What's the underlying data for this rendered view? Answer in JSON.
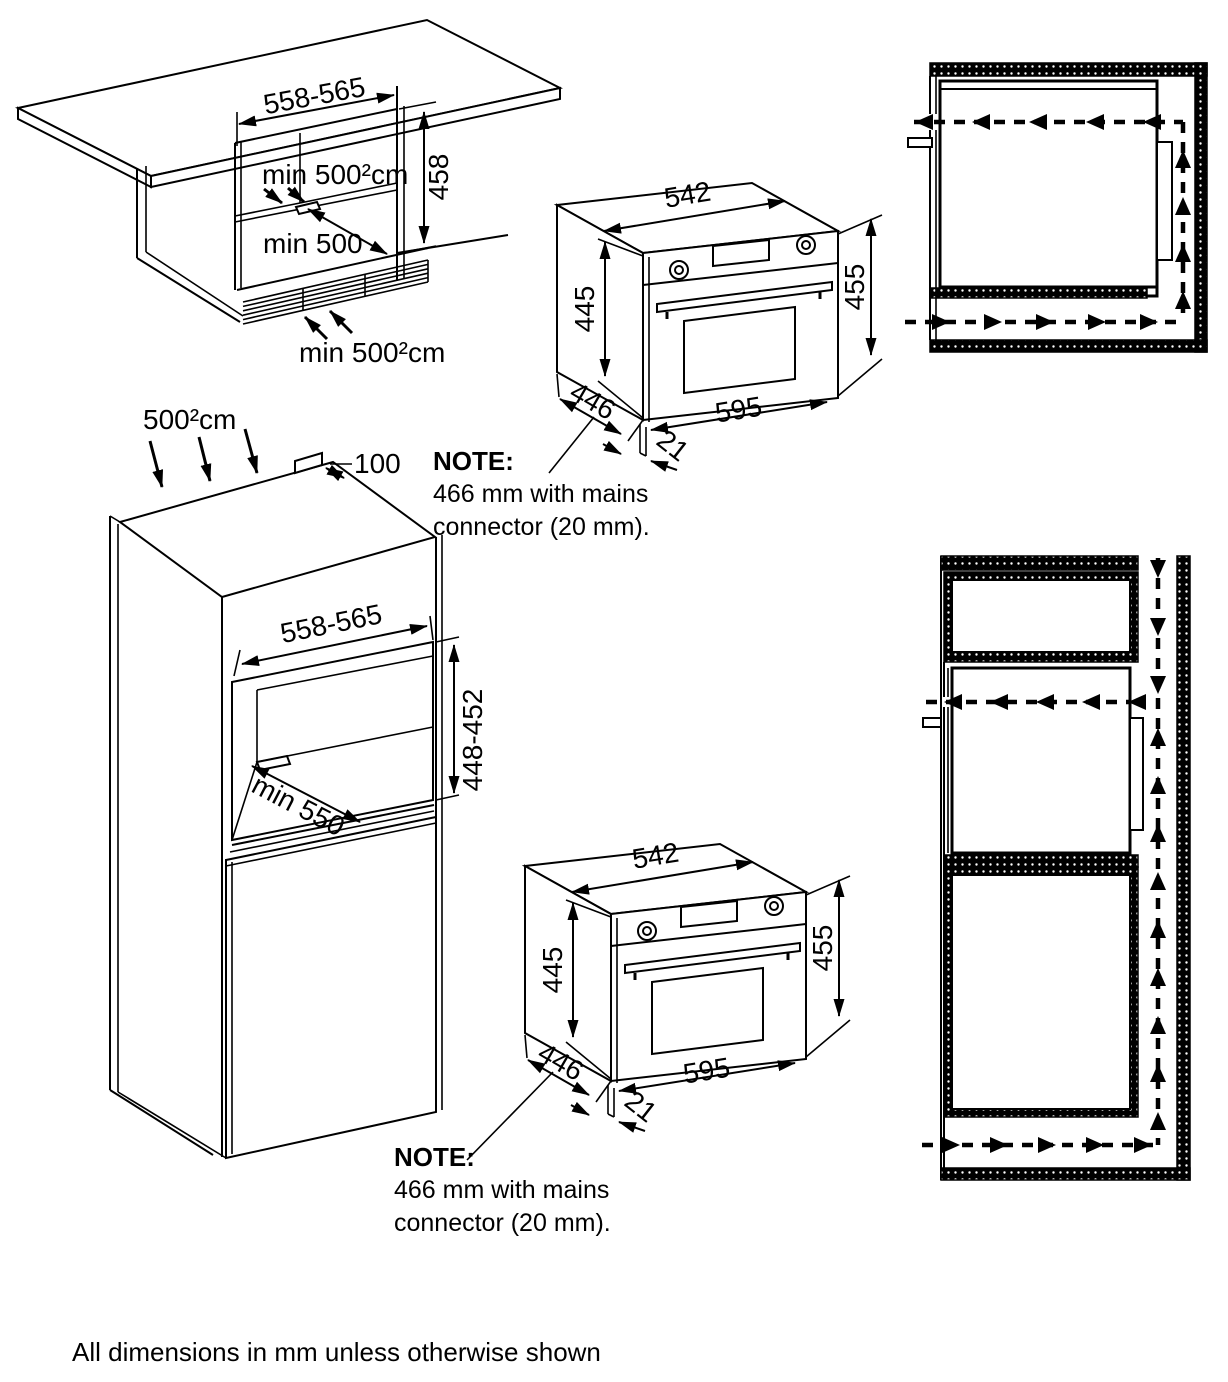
{
  "page": {
    "background": "#ffffff",
    "ink": "#000000"
  },
  "under_counter": {
    "width_range": "558-565",
    "niche_height": "458",
    "rear_vent_area": "min 500²cm",
    "min_depth": "min 500",
    "front_vent_area": "min 500²cm"
  },
  "oven": {
    "top_width": "542",
    "body_height": "445",
    "front_height": "455",
    "body_depth": "446",
    "front_width": "595",
    "door_thickness": "21"
  },
  "tall_cabinet": {
    "top_vent_area": "500²cm",
    "top_vent_depth": "100",
    "width_range": "558-565",
    "niche_height": "448-452",
    "min_depth": "min 550"
  },
  "notes": {
    "title": "NOTE:",
    "line1": "466 mm with mains",
    "line2": "connector (20 mm)."
  },
  "footer": {
    "text": "All dimensions in mm unless otherwise shown"
  }
}
